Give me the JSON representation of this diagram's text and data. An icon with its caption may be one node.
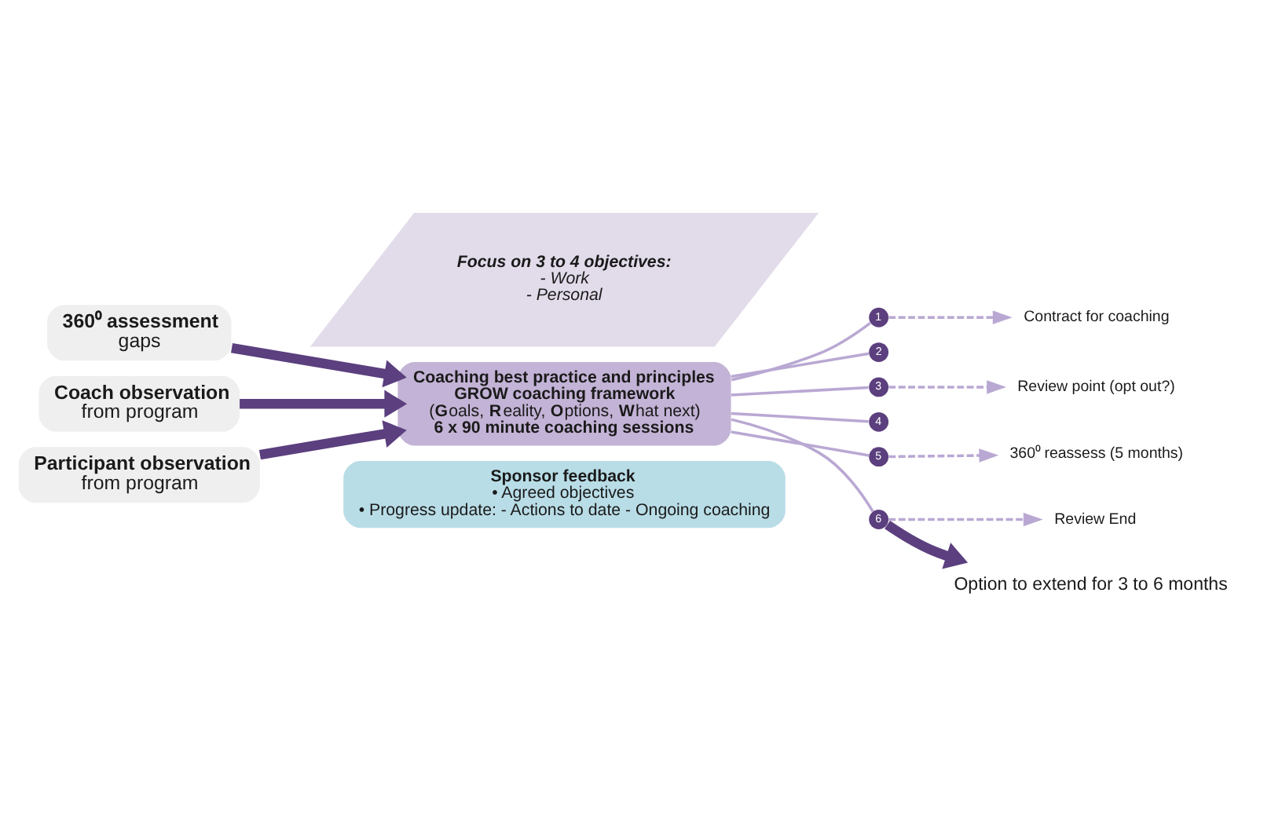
{
  "diagram": {
    "nodes": [
      {
        "text": [
          "360⁰ assessment",
          "gaps"
        ]
      },
      {
        "text": [
          "Coach observation",
          "from program"
        ]
      },
      {
        "text": [
          "Participant observation",
          "from program"
        ]
      },
      {
        "text": [
          "Focus on 3 to 4 objectives:",
          "- Work",
          "- Personal"
        ]
      },
      {
        "text": [
          "Coaching best practice and principles",
          "GROW coaching framework",
          "(**G**oals, **R**eality, **O**ptions, **W**hat next)",
          "6 x 90 minute coaching sessions"
        ]
      },
      {
        "text": [
          "1"
        ]
      },
      {
        "text": [
          "2"
        ]
      },
      {
        "text": [
          "3"
        ]
      },
      {
        "text": [
          "4"
        ]
      },
      {
        "text": [
          "5"
        ]
      },
      {
        "text": [
          "6"
        ]
      },
      {
        "text": [
          "Contract for coaching"
        ]
      },
      {
        "text": [
          "Review point (opt out?)"
        ]
      },
      {
        "text": [
          "360⁰ reassess (5 months)"
        ]
      },
      {
        "text": [
          "Review End"
        ]
      },
      {
        "text": [
          "Option to extend for 3 to 6 months"
        ]
      },
      {
        "text": [
          "Sponsor feedback",
          "• Agreed objectives",
          "• Progress update: - Actions to date - Ongoing coaching"
        ]
      }
    ],
    "edges": [
      {
        "from": 0,
        "to": 4,
        "arrow": "to",
        "style": "thick",
        "color": "#5b3f7e"
      },
      {
        "from": 1,
        "to": 4,
        "arrow": "to",
        "style": "thick",
        "color": "#5b3f7e"
      },
      {
        "from": 2,
        "to": 4,
        "arrow": "to",
        "style": "thick",
        "color": "#5b3f7e"
      },
      {
        "from": 4,
        "to": 5,
        "arrow": "none"
      },
      {
        "from": 4,
        "to": 6,
        "arrow": "none"
      },
      {
        "from": 4,
        "to": 7,
        "arrow": "none"
      },
      {
        "from": 4,
        "to": 8,
        "arrow": "none"
      },
      {
        "from": 4,
        "to": 9,
        "arrow": "none"
      },
      {
        "from": 4,
        "to": 10,
        "arrow": "none"
      },
      {
        "from": 5,
        "to": 11,
        "arrow": "to",
        "style": "dashed"
      },
      {
        "from": 7,
        "to": 12,
        "arrow": "to",
        "style": "dashed"
      },
      {
        "from": 9,
        "to": 13,
        "arrow": "to",
        "style": "dashed"
      },
      {
        "from": 10,
        "to": 14,
        "arrow": "to",
        "style": "dashed"
      },
      {
        "from": 10,
        "to": 15,
        "arrow": "to",
        "style": "thick",
        "color": "#5b3f7e"
      }
    ]
  }
}
